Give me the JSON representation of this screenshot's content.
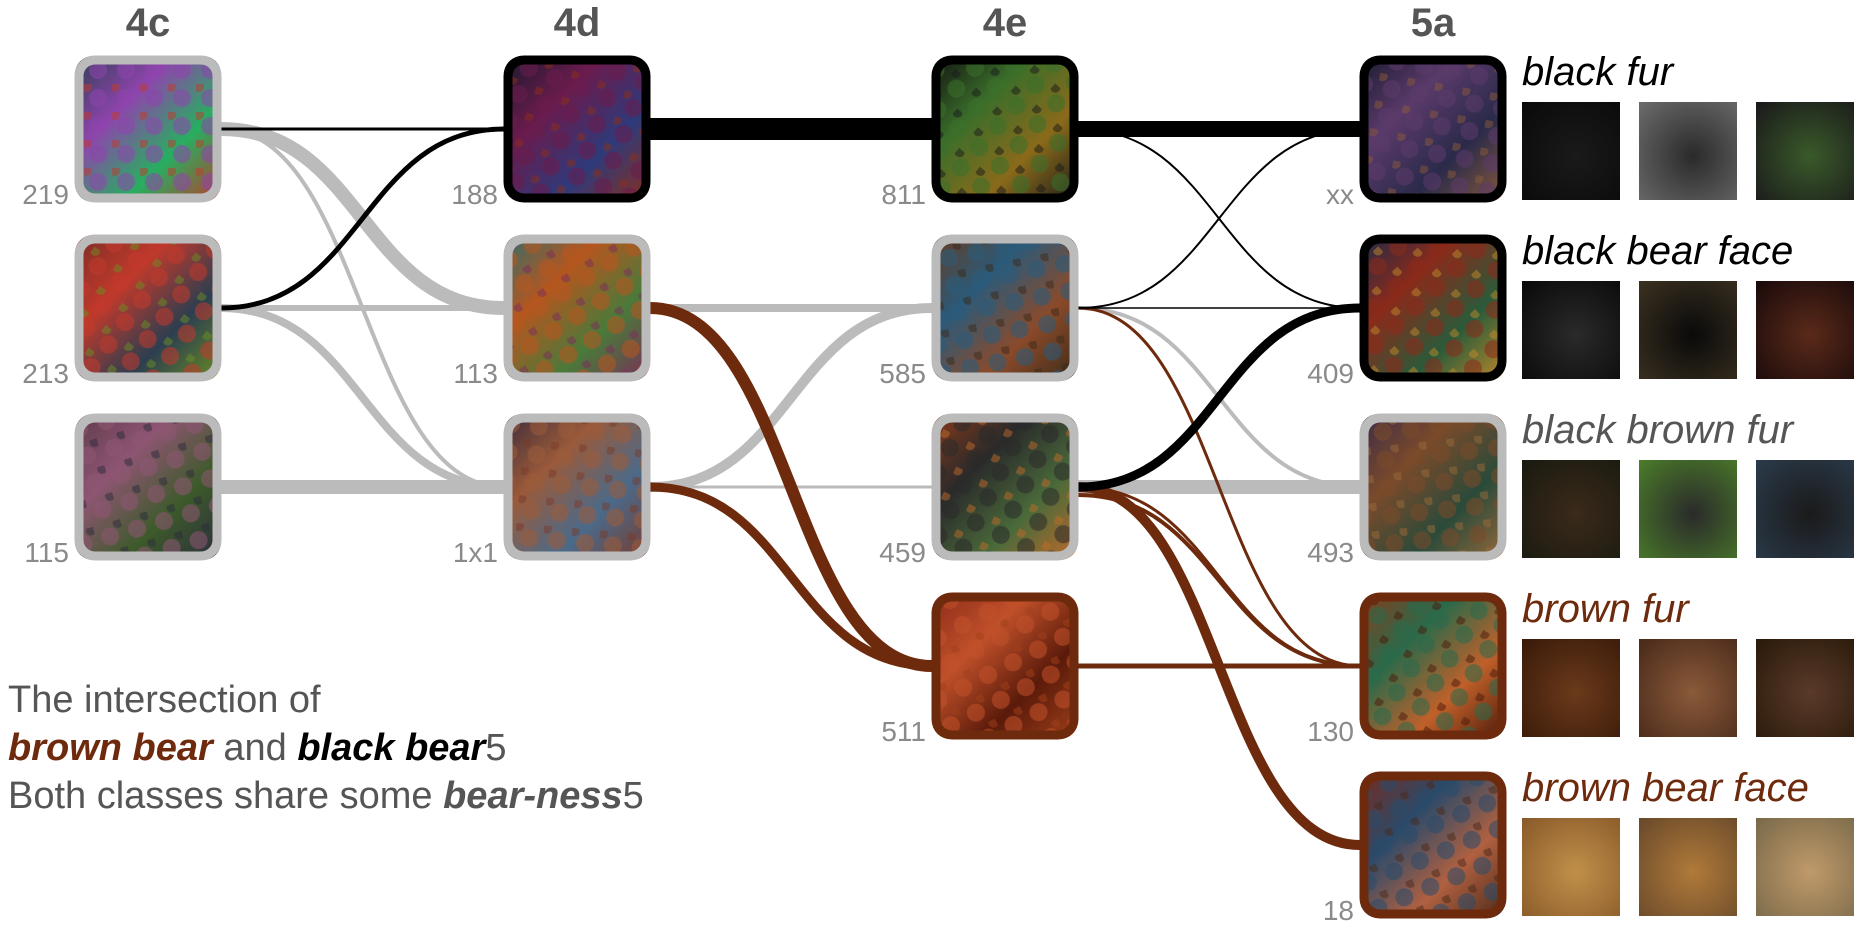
{
  "layers": [
    "4c",
    "4d",
    "4e",
    "5a"
  ],
  "colors": {
    "black": "#000000",
    "gray": "#bbbbbb",
    "brown": "#6e2a0c",
    "text_gray": "#555555",
    "number_gray": "#8a8a8a"
  },
  "nodes": [
    {
      "id": "4c-219",
      "layer": "4c",
      "row": 0,
      "number": "219",
      "border": "gray",
      "fill": [
        "#2c3e50",
        "#8e44ad",
        "#27ae60",
        "#c0392b"
      ]
    },
    {
      "id": "4c-213",
      "layer": "4c",
      "row": 1,
      "number": "213",
      "border": "gray",
      "fill": [
        "#7b2d26",
        "#c0392b",
        "#2c3e50",
        "#6b8e23"
      ]
    },
    {
      "id": "4c-115",
      "layer": "4c",
      "row": 2,
      "number": "115",
      "border": "gray",
      "fill": [
        "#5d3a4a",
        "#8e5572",
        "#3c5a2a",
        "#2c2c3c"
      ]
    },
    {
      "id": "4d-188",
      "layer": "4d",
      "row": 0,
      "number": "188",
      "border": "black",
      "fill": [
        "#1a1a2e",
        "#6a1b4d",
        "#2e3a7a",
        "#8b2e1a"
      ]
    },
    {
      "id": "4d-113",
      "layer": "4d",
      "row": 1,
      "number": "113",
      "border": "gray",
      "fill": [
        "#2e6e6e",
        "#b5561e",
        "#4a7a3a",
        "#7a2e5a"
      ]
    },
    {
      "id": "4d-1x1",
      "layer": "4d",
      "row": 2,
      "number": "1x1",
      "border": "gray",
      "fill": [
        "#3a2a3a",
        "#9a5a3a",
        "#4a6a8a",
        "#7a3a2a"
      ]
    },
    {
      "id": "4e-811",
      "layer": "4e",
      "row": 0,
      "number": "811",
      "border": "black",
      "fill": [
        "#111111",
        "#3a6e2a",
        "#8a6a1a",
        "#1a1a1a"
      ]
    },
    {
      "id": "4e-585",
      "layer": "4e",
      "row": 1,
      "number": "585",
      "border": "gray",
      "fill": [
        "#6a3a1a",
        "#2a5a7a",
        "#8a4a2a",
        "#3a2a1a"
      ]
    },
    {
      "id": "4e-459",
      "layer": "4e",
      "row": 2,
      "number": "459",
      "border": "gray",
      "fill": [
        "#8a3a1a",
        "#2a2a2a",
        "#4a6a3a",
        "#c06a2a"
      ]
    },
    {
      "id": "4e-511",
      "layer": "4e",
      "row": 3,
      "number": "511",
      "border": "brown",
      "fill": [
        "#8a2a1a",
        "#c0502a",
        "#5a1a0a",
        "#a0401a"
      ]
    },
    {
      "id": "5a-xx",
      "layer": "5a",
      "row": 0,
      "number": "xx",
      "border": "black",
      "fill": [
        "#1a1a2e",
        "#5a3a6a",
        "#2a2a4a",
        "#8a5a3a"
      ]
    },
    {
      "id": "5a-409",
      "layer": "5a",
      "row": 1,
      "number": "409",
      "border": "black",
      "fill": [
        "#1a2a4a",
        "#8a2a1a",
        "#2a5a3a",
        "#c08a2a"
      ]
    },
    {
      "id": "5a-493",
      "layer": "5a",
      "row": 2,
      "number": "493",
      "border": "gray",
      "fill": [
        "#3a2a4a",
        "#7a4a2a",
        "#2a4a3a",
        "#9a6a3a"
      ]
    },
    {
      "id": "5a-130",
      "layer": "5a",
      "row": 3,
      "number": "130",
      "border": "brown",
      "fill": [
        "#8a3a1a",
        "#2a6a4a",
        "#c0602a",
        "#4a1a0a"
      ]
    },
    {
      "id": "5a-18",
      "layer": "5a",
      "row": 4,
      "number": "18",
      "border": "brown",
      "fill": [
        "#7a2a1a",
        "#2a4a6a",
        "#b06040",
        "#4a2a1a"
      ]
    }
  ],
  "edges": [
    {
      "from": "4c-219",
      "to": "4d-188",
      "color": "black",
      "weight": 3
    },
    {
      "from": "4c-213",
      "to": "4d-188",
      "color": "black",
      "weight": 5
    },
    {
      "from": "4c-219",
      "to": "4d-113",
      "color": "gray",
      "weight": 14
    },
    {
      "from": "4c-219",
      "to": "4d-1x1",
      "color": "gray",
      "weight": 4
    },
    {
      "from": "4c-213",
      "to": "4d-113",
      "color": "gray",
      "weight": 6
    },
    {
      "from": "4c-213",
      "to": "4d-1x1",
      "color": "gray",
      "weight": 8
    },
    {
      "from": "4c-115",
      "to": "4d-1x1",
      "color": "gray",
      "weight": 14
    },
    {
      "from": "4d-188",
      "to": "4e-811",
      "color": "black",
      "weight": 22
    },
    {
      "from": "4d-113",
      "to": "4e-585",
      "color": "gray",
      "weight": 8
    },
    {
      "from": "4d-113",
      "to": "4e-511",
      "color": "brown",
      "weight": 12
    },
    {
      "from": "4d-1x1",
      "to": "4e-585",
      "color": "gray",
      "weight": 10
    },
    {
      "from": "4d-1x1",
      "to": "4e-459",
      "color": "gray",
      "weight": 3
    },
    {
      "from": "4d-1x1",
      "to": "4e-511",
      "color": "brown",
      "weight": 9
    },
    {
      "from": "4e-811",
      "to": "5a-xx",
      "color": "black",
      "weight": 16
    },
    {
      "from": "4e-811",
      "to": "5a-409",
      "color": "black",
      "weight": 2
    },
    {
      "from": "4e-585",
      "to": "5a-xx",
      "color": "black",
      "weight": 2
    },
    {
      "from": "4e-585",
      "to": "5a-409",
      "color": "black",
      "weight": 1.5
    },
    {
      "from": "4e-585",
      "to": "5a-493",
      "color": "gray",
      "weight": 4
    },
    {
      "from": "4e-585",
      "to": "5a-130",
      "color": "brown",
      "weight": 3
    },
    {
      "from": "4e-459",
      "to": "5a-409",
      "color": "black",
      "weight": 9
    },
    {
      "from": "4e-459",
      "to": "5a-493",
      "color": "gray",
      "weight": 14
    },
    {
      "from": "4e-459",
      "to": "5a-130",
      "color": "brown",
      "weight": 3
    },
    {
      "from": "4e-459",
      "to": "5a-130",
      "color": "brown",
      "weight": 4,
      "offset": 8
    },
    {
      "from": "4e-459",
      "to": "5a-18",
      "color": "brown",
      "weight": 10
    },
    {
      "from": "4e-511",
      "to": "5a-130",
      "color": "brown",
      "weight": 5
    }
  ],
  "concepts": [
    {
      "label": "black fur",
      "color": "black",
      "swatches": [
        [
          "#0a0a0a",
          "#1a1a1a"
        ],
        [
          "#6a6a6a",
          "#2a2a2a"
        ],
        [
          "#1a1a1a",
          "#3a5a2a"
        ]
      ]
    },
    {
      "label": "black bear face",
      "color": "black",
      "swatches": [
        [
          "#0a0a0a",
          "#2a2a2a"
        ],
        [
          "#3a3020",
          "#0a0a0a"
        ],
        [
          "#1a0a0a",
          "#5a2a1a"
        ]
      ]
    },
    {
      "label": "black brown fur",
      "color": "gray",
      "swatches": [
        [
          "#1a1a10",
          "#3a2a1a"
        ],
        [
          "#4a7a2a",
          "#2a2a2a"
        ],
        [
          "#2a3a4a",
          "#1a1a1a"
        ]
      ]
    },
    {
      "label": "brown fur",
      "color": "brown",
      "swatches": [
        [
          "#3a1a0a",
          "#6a3a1a"
        ],
        [
          "#4a2a1a",
          "#8a5a3a"
        ],
        [
          "#2a1a0a",
          "#5a3a2a"
        ]
      ]
    },
    {
      "label": "brown bear face",
      "color": "brown",
      "swatches": [
        [
          "#8a5a2a",
          "#c0904a"
        ],
        [
          "#6a4a2a",
          "#b07a3a"
        ],
        [
          "#7a6a4a",
          "#c09a6a"
        ]
      ]
    }
  ],
  "caption": {
    "line1": "The intersection of",
    "line2_a": "brown bear",
    "line2_b": " and ",
    "line2_c": "black bear",
    "line2_d": "5",
    "line3_a": "Both classes share some ",
    "line3_b": "bear-ness",
    "line3_c": "5"
  }
}
